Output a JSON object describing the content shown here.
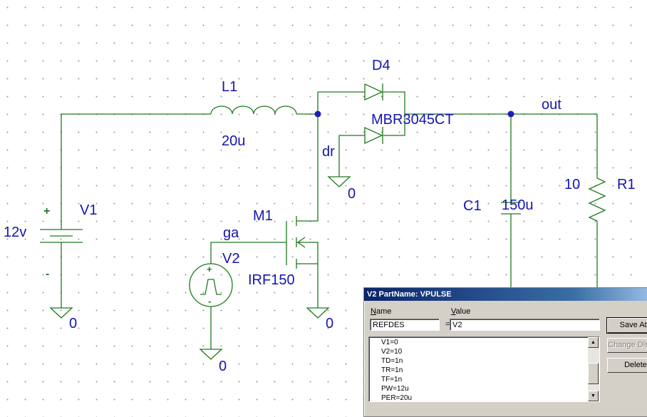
{
  "schematic": {
    "v1": {
      "ref": "V1",
      "value": "12v",
      "plus": "+",
      "minus": "-"
    },
    "v2": {
      "ref": "V2",
      "net": "ga"
    },
    "l1": {
      "ref": "L1",
      "value": "20u"
    },
    "d4": {
      "ref": "D4",
      "value": "MBR3045CT",
      "net": "dr"
    },
    "m1": {
      "ref": "M1",
      "value": "IRF150"
    },
    "c1": {
      "ref": "C1",
      "value": "150u"
    },
    "r1": {
      "ref": "R1",
      "value": "10"
    },
    "out_net": "out",
    "ground_label": "0"
  },
  "dialog": {
    "title": "V2  PartName: VPULSE",
    "name_header_u": "N",
    "name_header_rest": "ame",
    "value_header_u": "V",
    "value_header_rest": "alue",
    "name_field": "REFDES",
    "equals": "=",
    "value_field": "V2",
    "attributes": [
      "V1=0",
      "V2=10",
      "TD=1n",
      "TR=1n",
      "TF=1n",
      "PW=12u",
      "PER=20u"
    ],
    "buttons": {
      "save_attr": "Save Attr",
      "change_display": "Change Display",
      "delete": "Delete"
    }
  }
}
